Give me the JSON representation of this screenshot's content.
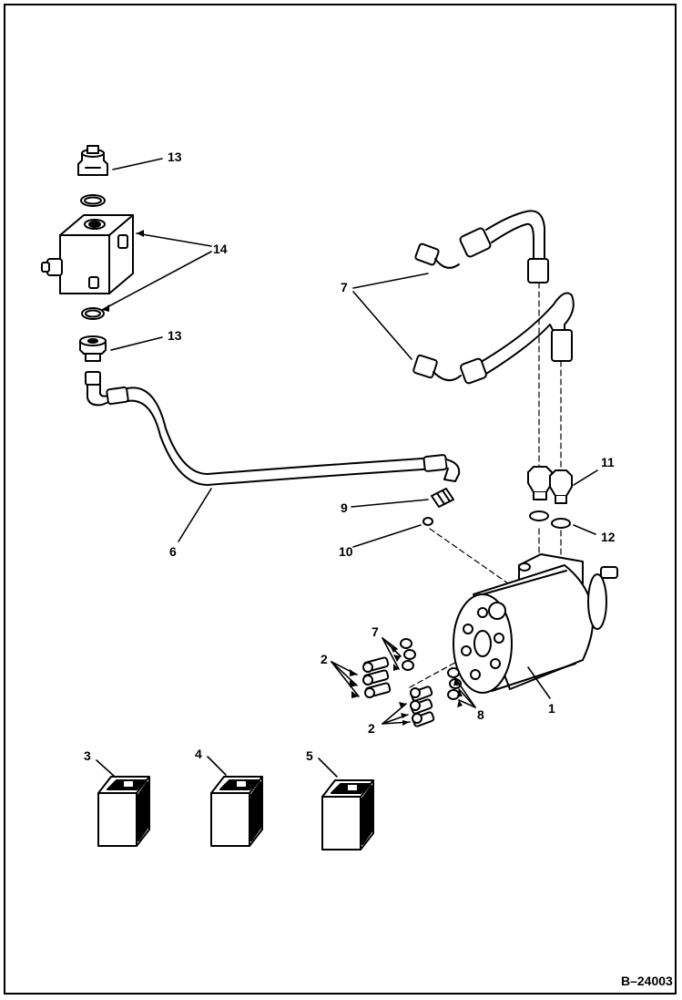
{
  "figure_number": "B–24003",
  "colors": {
    "line": "#000000",
    "background": "#ffffff",
    "hose_shade": "#d9d9d9"
  },
  "callouts": {
    "c1": "1",
    "c2a": "2",
    "c2b": "2",
    "c3": "3",
    "c4": "4",
    "c5": "5",
    "c6": "6",
    "c7a": "7",
    "c7b": "7",
    "c8": "8",
    "c9": "9",
    "c10": "10",
    "c11": "11",
    "c12": "12",
    "c13a": "13",
    "c13b": "13",
    "c14": "14"
  }
}
